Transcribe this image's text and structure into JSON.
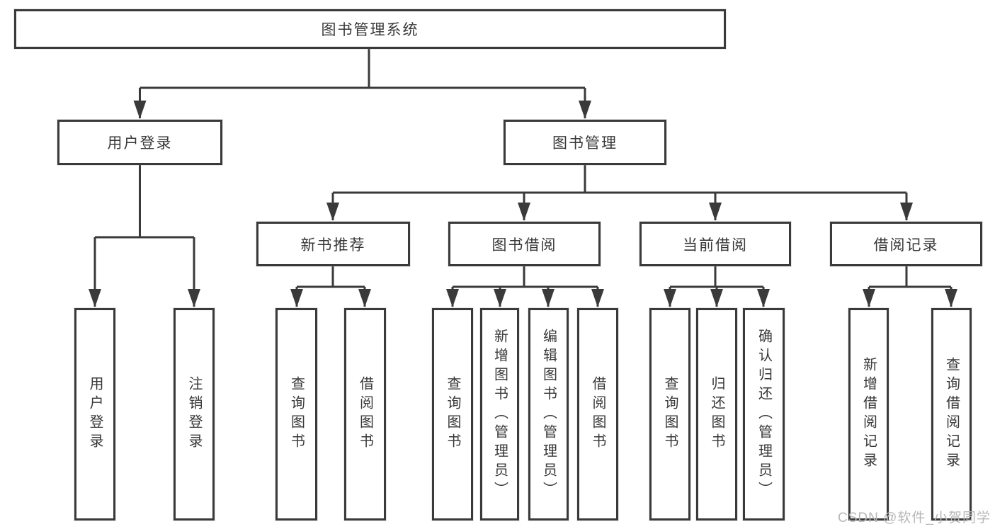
{
  "diagram": {
    "type": "functional-structure-tree",
    "colors": {
      "line": "#3a3a3a",
      "node_border": "#3a3a3a",
      "node_text": "#383838",
      "background": "#ffffff",
      "watermark": "#b7b7b7"
    }
  },
  "tree": {
    "root": {
      "label": "图书管理系统",
      "children": [
        {
          "label": "用户登录",
          "children": [
            {
              "label": "用户登录"
            },
            {
              "label": "注销登录"
            }
          ]
        },
        {
          "label": "图书管理",
          "children": [
            {
              "label": "新书推荐",
              "children": [
                {
                  "label": "查询图书"
                },
                {
                  "label": "借阅图书"
                }
              ]
            },
            {
              "label": "图书借阅",
              "children": [
                {
                  "label": "查询图书"
                },
                {
                  "label": "新增图书（管理员）"
                },
                {
                  "label": "编辑图书（管理员）"
                },
                {
                  "label": "借阅图书"
                }
              ]
            },
            {
              "label": "当前借阅",
              "children": [
                {
                  "label": "查询图书"
                },
                {
                  "label": "归还图书"
                },
                {
                  "label": "确认归还（管理员）"
                }
              ]
            },
            {
              "label": "借阅记录",
              "children": [
                {
                  "label": "新增借阅记录"
                },
                {
                  "label": "查询借阅记录"
                }
              ]
            }
          ]
        }
      ]
    }
  },
  "watermark": {
    "text": "CSDN @软件_小贺同学"
  }
}
